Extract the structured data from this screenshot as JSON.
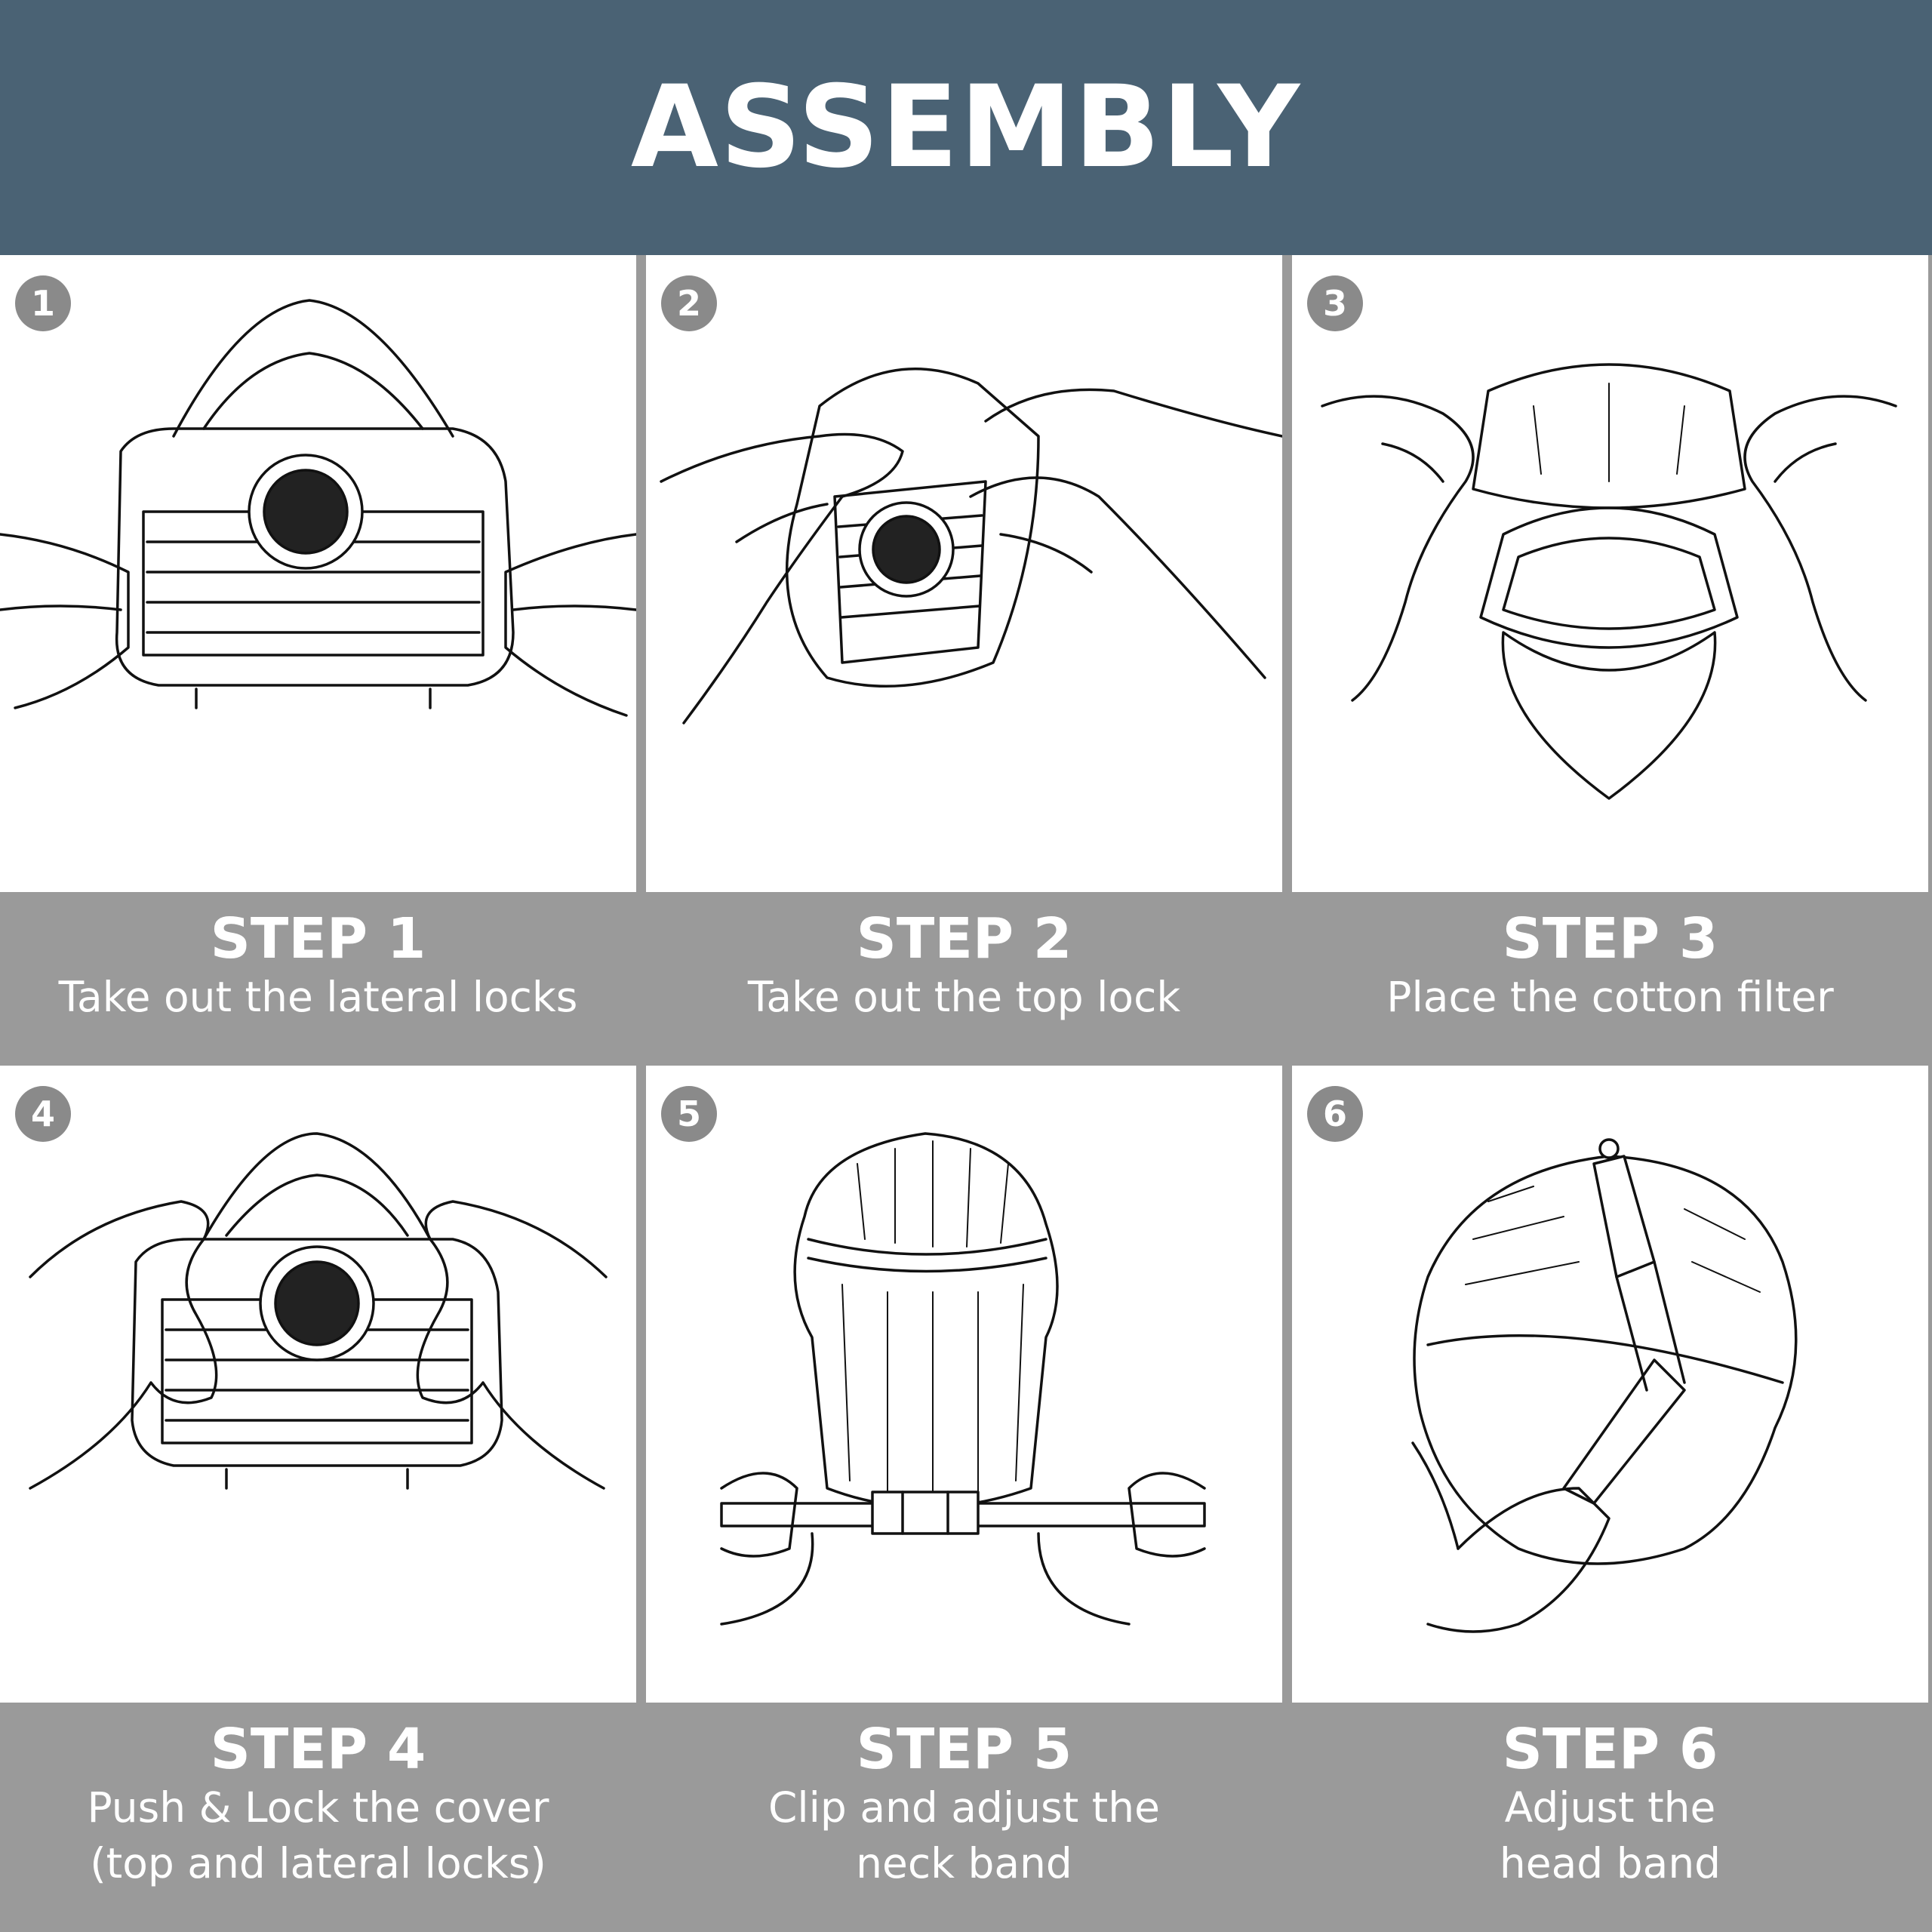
{
  "header": {
    "title": "ASSEMBLY"
  },
  "steps": [
    {
      "number": "1",
      "title": "STEP 1",
      "description": "Take out the lateral locks"
    },
    {
      "number": "2",
      "title": "STEP 2",
      "description": "Take out the top lock"
    },
    {
      "number": "3",
      "title": "STEP 3",
      "description": "Place the cotton filter"
    },
    {
      "number": "4",
      "title": "STEP 4",
      "description": "Push & Lock the cover\n(top and lateral locks)"
    },
    {
      "number": "5",
      "title": "STEP 5",
      "description": "Clip and adjust the\nneck band"
    },
    {
      "number": "6",
      "title": "STEP 6",
      "description": "Adjust the\nhead band"
    }
  ],
  "colors": {
    "header_bg": "#4a6274",
    "caption_bg": "#9a9a9a",
    "badge_bg": "#8a8a8a",
    "panel_bg": "#ffffff"
  },
  "icons": [
    "mask-illustration",
    "hands-illustration",
    "head-illustration",
    "rhino-logo-icon"
  ]
}
